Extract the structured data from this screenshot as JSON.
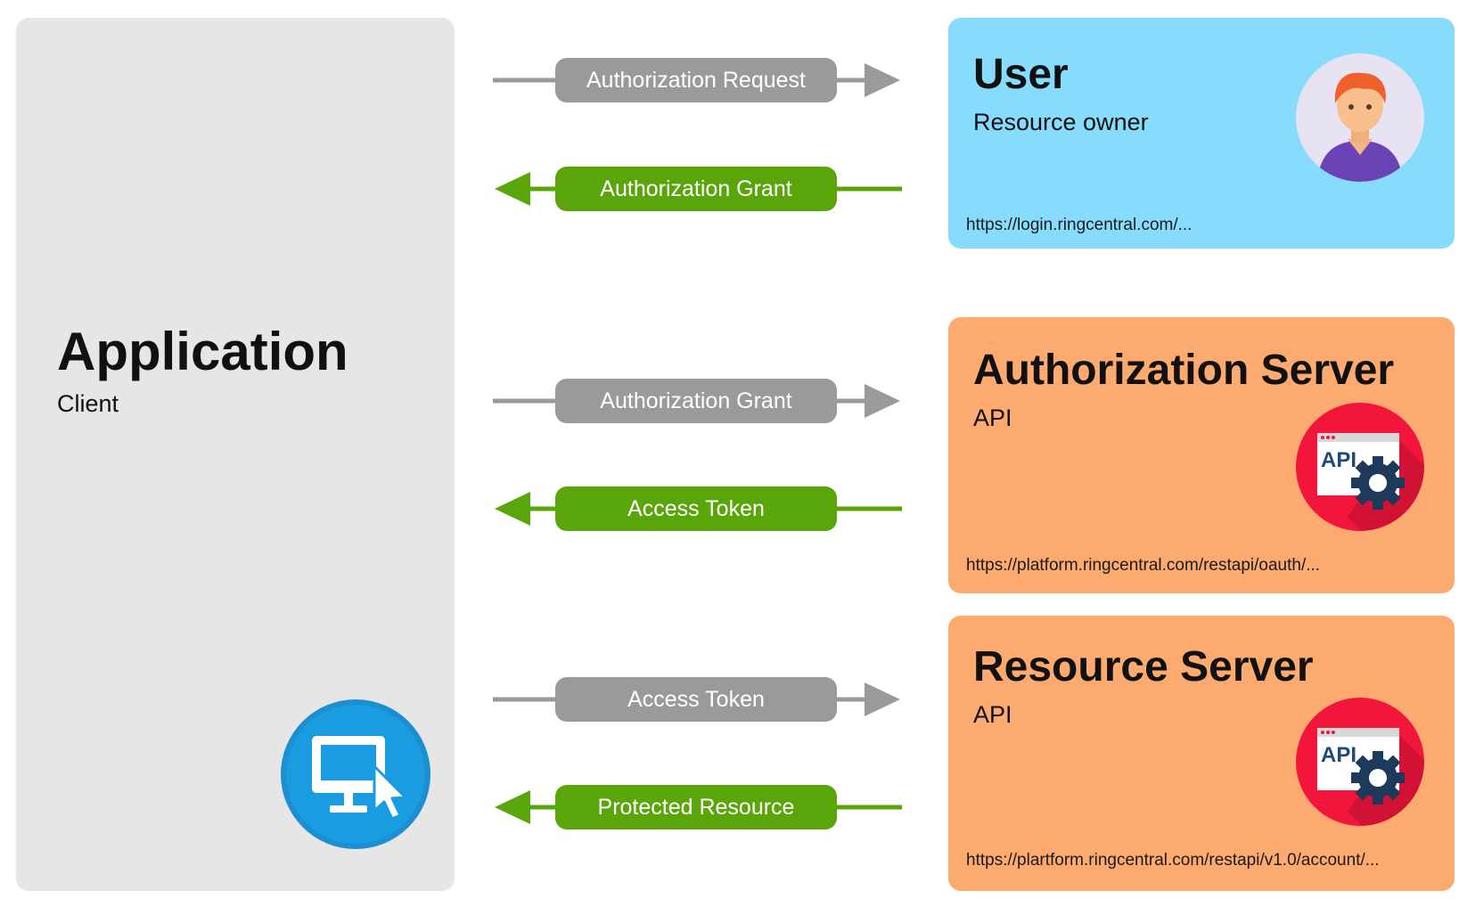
{
  "application": {
    "title": "Application",
    "subtitle": "Client",
    "icon": "monitor-cursor-icon"
  },
  "user": {
    "title": "User",
    "subtitle": "Resource owner",
    "url": "https://login.ringcentral.com/...",
    "icon": "user-avatar-icon"
  },
  "authorization_server": {
    "title": "Authorization Server",
    "subtitle": "API",
    "url": "https://platform.ringcentral.com/restapi/oauth/...",
    "icon": "api-gear-icon",
    "icon_label": "API"
  },
  "resource_server": {
    "title": "Resource Server",
    "subtitle": "API",
    "url": "https://plartform.ringcentral.com/restapi/v1.0/account/...",
    "icon": "api-gear-icon",
    "icon_label": "API"
  },
  "flows": [
    {
      "label": "Authorization Request",
      "direction": "right"
    },
    {
      "label": "Authorization Grant",
      "direction": "left"
    },
    {
      "label": "Authorization Grant",
      "direction": "right"
    },
    {
      "label": "Access Token",
      "direction": "left"
    },
    {
      "label": "Access Token",
      "direction": "right"
    },
    {
      "label": "Protected Resource",
      "direction": "left"
    }
  ],
  "colors": {
    "request_arrow": "#9a9a9a",
    "response_arrow": "#5aa60a",
    "application_panel": "#e6e6e6",
    "user_panel": "#87dcfd",
    "server_panel": "#fdaa70"
  }
}
